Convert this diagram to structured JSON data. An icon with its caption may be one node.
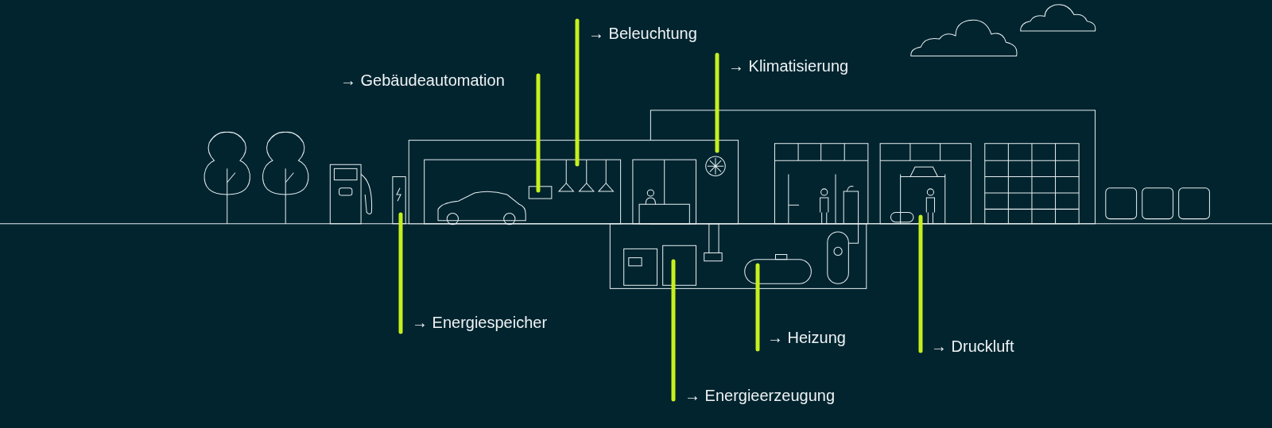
{
  "diagram": {
    "nodes": [
      {
        "text": [
          "→ Beleuchtung"
        ]
      },
      {
        "text": [
          "→ Klimatisierung"
        ]
      },
      {
        "text": [
          "→ Gebäudeautomation"
        ]
      },
      {
        "text": [
          "→ Energiespeicher"
        ]
      },
      {
        "text": [
          "→ Heizung"
        ]
      },
      {
        "text": [
          "→ Druckluft"
        ]
      },
      {
        "text": [
          "→ Energieerzeugung"
        ]
      }
    ],
    "edges": [
      {
        "from": 0,
        "to": null,
        "arrow": "none"
      },
      {
        "from": 1,
        "to": null,
        "arrow": "none"
      },
      {
        "from": 2,
        "to": null,
        "arrow": "none"
      },
      {
        "from": 3,
        "to": null,
        "arrow": "none"
      },
      {
        "from": 4,
        "to": null,
        "arrow": "none"
      },
      {
        "from": 5,
        "to": null,
        "arrow": "none"
      },
      {
        "from": 6,
        "to": null,
        "arrow": "none"
      }
    ]
  }
}
